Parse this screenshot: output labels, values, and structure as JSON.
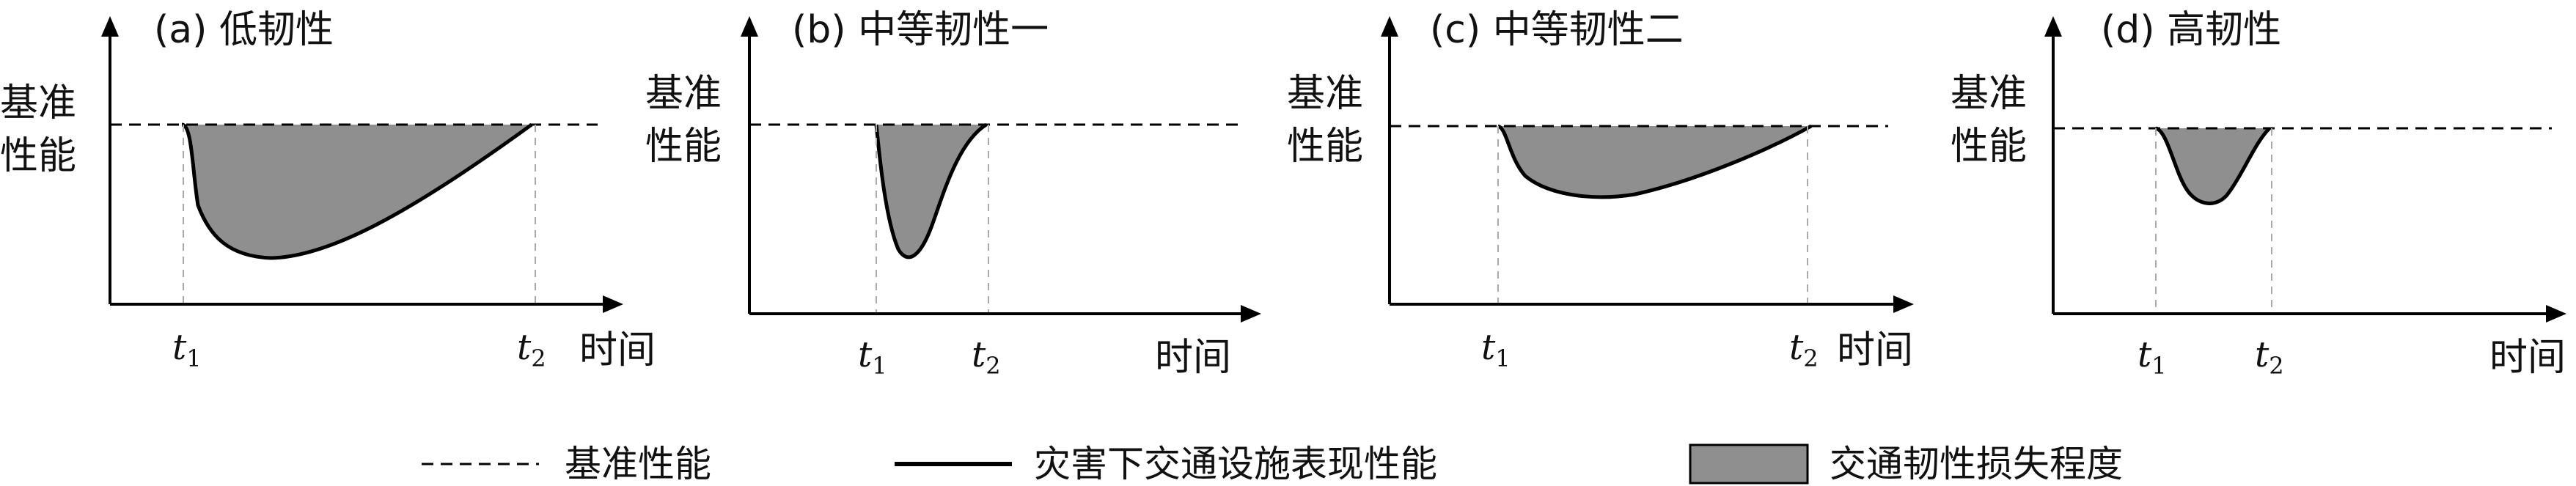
{
  "panels": [
    {
      "title": "(a) 低韧性",
      "ylabel_line1": "基准",
      "ylabel_line2": "性能",
      "t1": "t",
      "t1_sub": "1",
      "t2": "t",
      "t2_sub": "2",
      "x_unit": "时间",
      "resilience": "低"
    },
    {
      "title": "(b) 中等韧性一",
      "ylabel_line1": "基准",
      "ylabel_line2": "性能",
      "t1": "t",
      "t1_sub": "1",
      "t2": "t",
      "t2_sub": "2",
      "x_unit": "时间",
      "resilience": "中等一"
    },
    {
      "title": "(c) 中等韧性二",
      "ylabel_line1": "基准",
      "ylabel_line2": "性能",
      "t1": "t",
      "t1_sub": "1",
      "t2": "t",
      "t2_sub": "2",
      "x_unit": "时间",
      "resilience": "中等二"
    },
    {
      "title": "(d) 高韧性",
      "ylabel_line1": "基准",
      "ylabel_line2": "性能",
      "t1": "t",
      "t1_sub": "1",
      "t2": "t",
      "t2_sub": "2",
      "x_unit": "时间",
      "resilience": "高"
    }
  ],
  "legend": {
    "baseline_label": "基准性能",
    "performance_label": "灾害下交通设施表现性能",
    "loss_label": "交通韧性损失程度"
  },
  "colors": {
    "fill": "#8f8f8f",
    "curve": "#000000",
    "axis": "#000000",
    "guide": "#aaaaaa"
  }
}
